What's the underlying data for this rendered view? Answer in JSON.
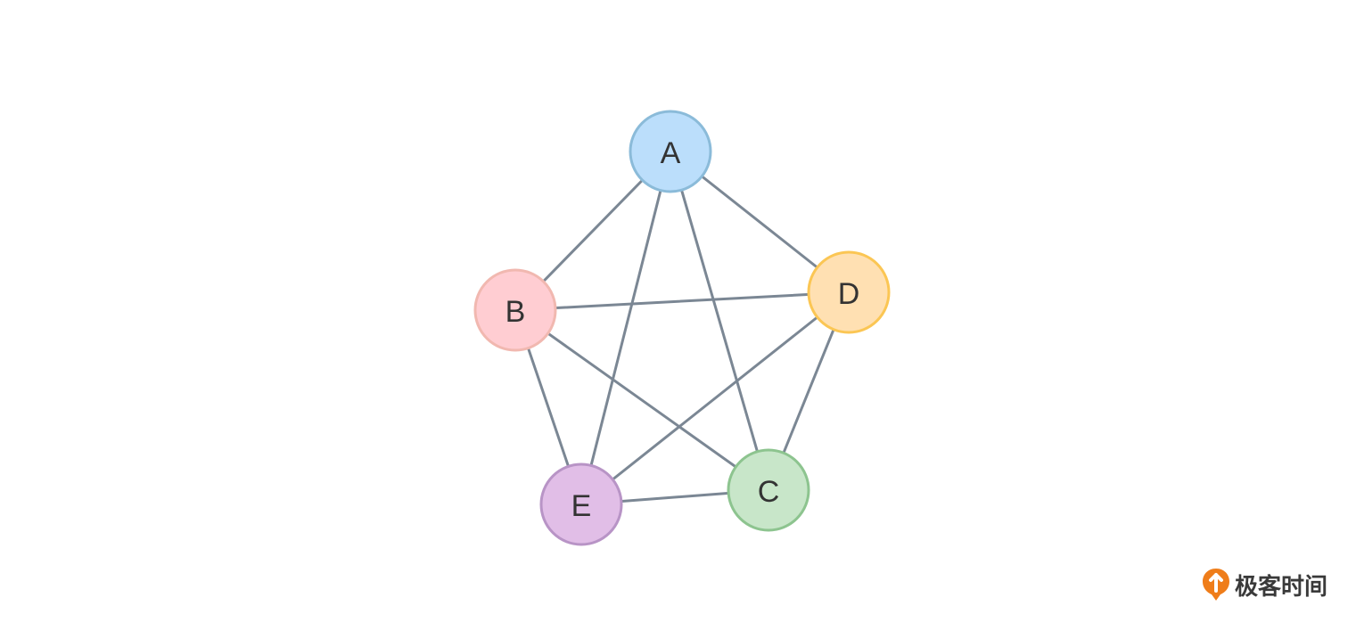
{
  "nodes": [
    {
      "id": "A",
      "label": "A",
      "fill": "#bbdefb",
      "stroke": "#8bbbd9"
    },
    {
      "id": "B",
      "label": "B",
      "fill": "#ffcdd2",
      "stroke": "#f1b8b0"
    },
    {
      "id": "C",
      "label": "C",
      "fill": "#c8e6c9",
      "stroke": "#8dc48f"
    },
    {
      "id": "D",
      "label": "D",
      "fill": "#ffe0b2",
      "stroke": "#fbc654"
    },
    {
      "id": "E",
      "label": "E",
      "fill": "#e1bee7",
      "stroke": "#b894c6"
    }
  ],
  "edges": [
    [
      "A",
      "B"
    ],
    [
      "A",
      "C"
    ],
    [
      "A",
      "D"
    ],
    [
      "A",
      "E"
    ],
    [
      "B",
      "C"
    ],
    [
      "B",
      "D"
    ],
    [
      "B",
      "E"
    ],
    [
      "C",
      "D"
    ],
    [
      "C",
      "E"
    ],
    [
      "D",
      "E"
    ]
  ],
  "colors": {
    "edge": "#7b8794",
    "logo": "#ef7d1a"
  },
  "watermark": {
    "text": "极客时间",
    "icon": "geektime-logo-icon"
  }
}
